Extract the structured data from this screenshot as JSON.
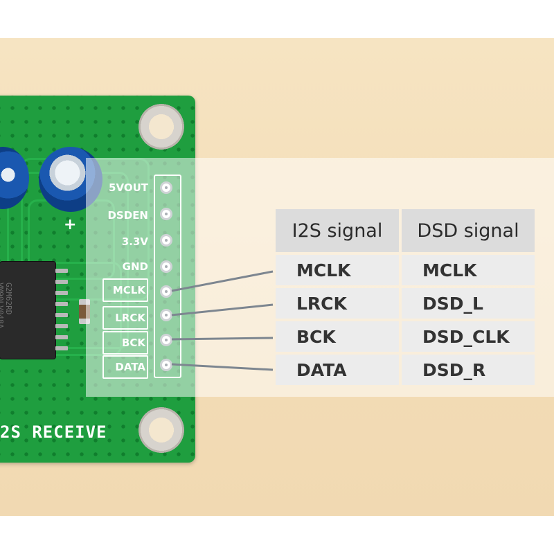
{
  "board": {
    "pins": [
      "5VOUT",
      "DSDEN",
      "3.3V",
      "GND",
      "MCLK",
      "LRCK",
      "BCK",
      "DATA"
    ],
    "plus_mark": "+",
    "silkscreen_text": "2S RECEIVE",
    "chip_marking": "G2M62RD\nVM90LV048A",
    "colors": {
      "pcb": "#1f9e3f",
      "trace": "#26b14b",
      "capacitor": "#1a58b0"
    }
  },
  "signal_table": {
    "headers": [
      "I2S signal",
      "DSD signal"
    ],
    "rows": [
      [
        "MCLK",
        "MCLK"
      ],
      [
        "LRCK",
        "DSD_L"
      ],
      [
        "BCK",
        "DSD_CLK"
      ],
      [
        "DATA",
        "DSD_R"
      ]
    ]
  }
}
